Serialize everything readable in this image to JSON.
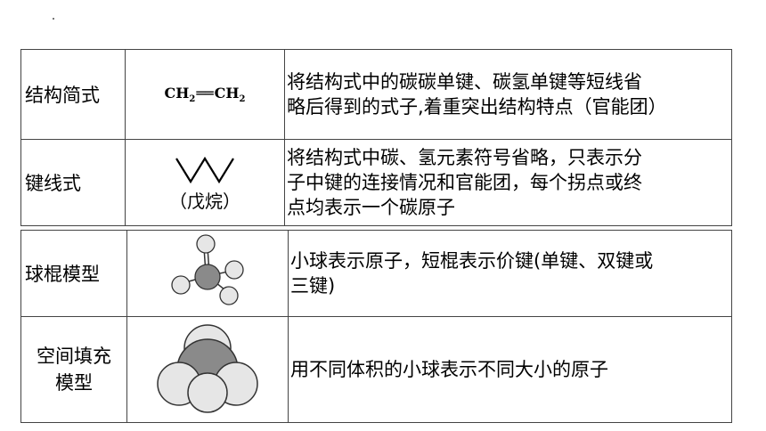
{
  "table1": {
    "rows": [
      {
        "name": "结构简式",
        "formula": {
          "part1": "CH",
          "sub1": "2",
          "bond": "══",
          "part2": "CH",
          "sub2": "2"
        },
        "desc_lines": [
          "将结构式中的碳碳单键、碳氢单键等短线省",
          "略后得到的式子,着重突出结构特点（官能团）"
        ]
      },
      {
        "name": "键线式",
        "caption": "（戊烷）",
        "desc_lines": [
          "将结构式中碳、氢元素符号省略，只表示分",
          "子中键的连接情况和官能团，每个拐点或终",
          "点均表示一个碳原子"
        ]
      }
    ]
  },
  "table2": {
    "rows": [
      {
        "name": "球棍模型",
        "desc_lines": [
          "小球表示原子，短棍表示价键(单键、双键或",
          "三键)"
        ]
      },
      {
        "name_lines": [
          "空间填充",
          "模型"
        ],
        "desc": "用不同体积的小球表示不同大小的原子"
      }
    ]
  },
  "colors": {
    "carbon": "#8a8a8a",
    "hydrogen": "#e6e6e6",
    "border": "#444444"
  }
}
